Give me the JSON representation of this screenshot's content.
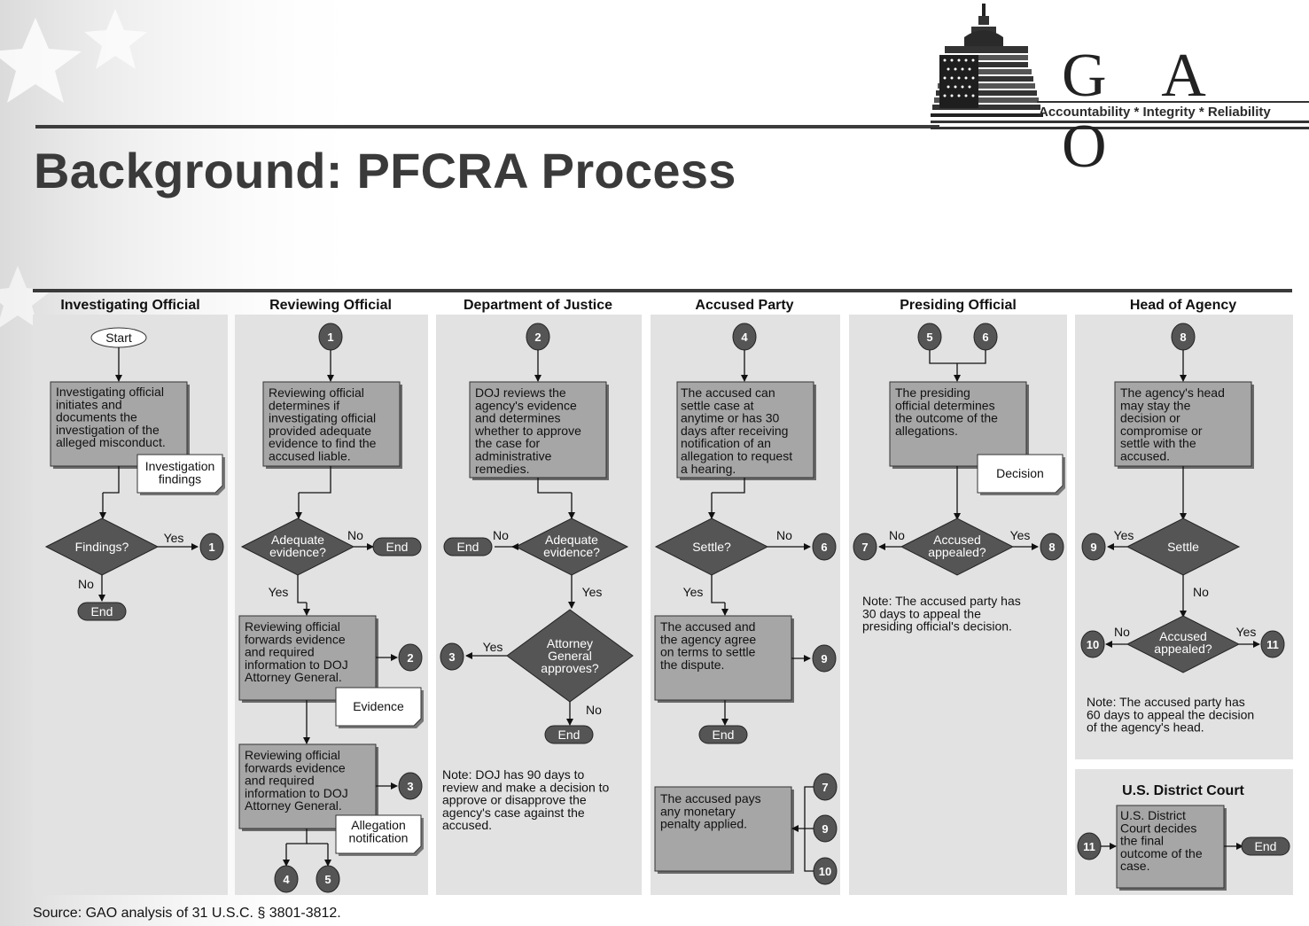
{
  "page": {
    "title": "Background: PFCRA Process",
    "source": "Source: GAO analysis of 31 U.S.C. § 3801-3812."
  },
  "logo": {
    "name": "G A O",
    "tagline": "Accountability * Integrity * Reliability"
  },
  "colors": {
    "lane_bg": "#e2e2e2",
    "box_fill": "#a6a6a6",
    "node_fill": "#555555",
    "title_text": "#3a3a3a"
  },
  "lanes": [
    "Investigating Official",
    "Reviewing Official",
    "Department of Justice",
    "Accused Party",
    "Presiding Official",
    "Head of Agency",
    "U.S. District Court"
  ],
  "nodes": {
    "start": "Start",
    "end": "End",
    "inv_box": [
      "Investigating official",
      "initiates and",
      "documents the",
      "investigation of the",
      "alleged misconduct."
    ],
    "inv_doc": [
      "Investigation",
      "findings"
    ],
    "inv_decision": "Findings?",
    "rev_box1": [
      "Reviewing official",
      "determines if",
      "investigating official",
      "provided adequate",
      "evidence to find the",
      "accused liable."
    ],
    "rev_decision": [
      "Adequate",
      "evidence?"
    ],
    "rev_box2": [
      "Reviewing official",
      "forwards evidence",
      "and required",
      "information to DOJ",
      "Attorney General."
    ],
    "rev_doc2": "Evidence",
    "rev_box3": [
      "Reviewing official",
      "forwards evidence",
      "and required",
      "information to DOJ",
      "Attorney General."
    ],
    "rev_doc3": [
      "Allegation",
      "notification"
    ],
    "doj_box": [
      "DOJ reviews the",
      "agency's evidence",
      "and determines",
      "whether to approve",
      "the case for",
      "administrative",
      "remedies."
    ],
    "doj_decision1": [
      "Adequate",
      "evidence?"
    ],
    "doj_decision2": [
      "Attorney",
      "General",
      "approves?"
    ],
    "doj_note": [
      "Note: DOJ has 90 days to",
      "review and make a decision to",
      "approve or disapprove the",
      "agency's case against the",
      "accused."
    ],
    "acc_box1": [
      "The accused can",
      "settle case at",
      "anytime or has 30",
      "days after receiving",
      "notification of an",
      "allegation to request",
      "a hearing."
    ],
    "acc_decision": "Settle?",
    "acc_box2": [
      "The accused and",
      "the agency agree",
      "on terms to settle",
      "the dispute."
    ],
    "acc_box3": [
      "The accused pays",
      "any monetary",
      "penalty applied."
    ],
    "pre_box": [
      "The presiding",
      "official determines",
      "the outcome of the",
      "allegations."
    ],
    "pre_doc": "Decision",
    "pre_decision": [
      "Accused",
      "appealed?"
    ],
    "pre_note": [
      "Note: The accused party has",
      "30 days to appeal the",
      "presiding official's decision."
    ],
    "head_box": [
      "The agency's head",
      "may stay the",
      "decision or",
      "compromise or",
      "settle with the",
      "accused."
    ],
    "head_decision1": "Settle",
    "head_decision2": [
      "Accused",
      "appealed?"
    ],
    "head_note": [
      "Note: The accused party has",
      "60 days to appeal the decision",
      "of the agency's head."
    ],
    "court_box": [
      "U.S. District",
      "Court decides",
      "the final",
      "outcome of the",
      "case."
    ]
  },
  "labels": {
    "yes": "Yes",
    "no": "No"
  },
  "connectors": [
    "1",
    "2",
    "3",
    "4",
    "5",
    "6",
    "7",
    "8",
    "9",
    "10",
    "11"
  ]
}
